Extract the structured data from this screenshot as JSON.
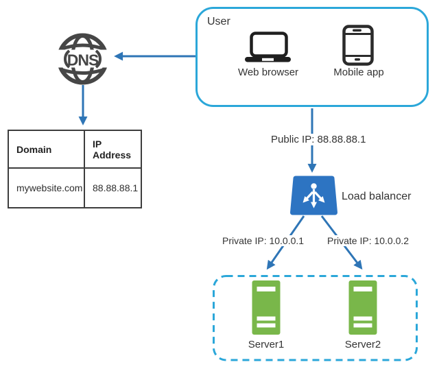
{
  "colors": {
    "accent_cyan": "#2ba7d9",
    "arrow_blue": "#2e75b6",
    "load_balancer_blue": "#2d74c2",
    "server_green": "#79b74a",
    "dns_icon_gray": "#464646",
    "device_icon_black": "#1f1f1f",
    "table_border": "#3d3d3d",
    "text": "#333333"
  },
  "dns_node": {
    "label": "DNS"
  },
  "user_group": {
    "title": "User",
    "devices": [
      {
        "label": "Web browser",
        "icon": "laptop-icon"
      },
      {
        "label": "Mobile app",
        "icon": "smartphone-icon"
      }
    ]
  },
  "dns_table": {
    "headers": [
      "Domain",
      "IP Address"
    ],
    "rows": [
      [
        "mywebsite.com",
        "88.88.88.1"
      ]
    ]
  },
  "load_balancer": {
    "label": "Load balancer"
  },
  "connections": {
    "public_ip": "Public IP: 88.88.88.1",
    "private_ip_1": "Private IP: 10.0.0.1",
    "private_ip_2": "Private IP: 10.0.0.2"
  },
  "server_group": {
    "servers": [
      {
        "label": "Server1"
      },
      {
        "label": "Server2"
      }
    ]
  }
}
